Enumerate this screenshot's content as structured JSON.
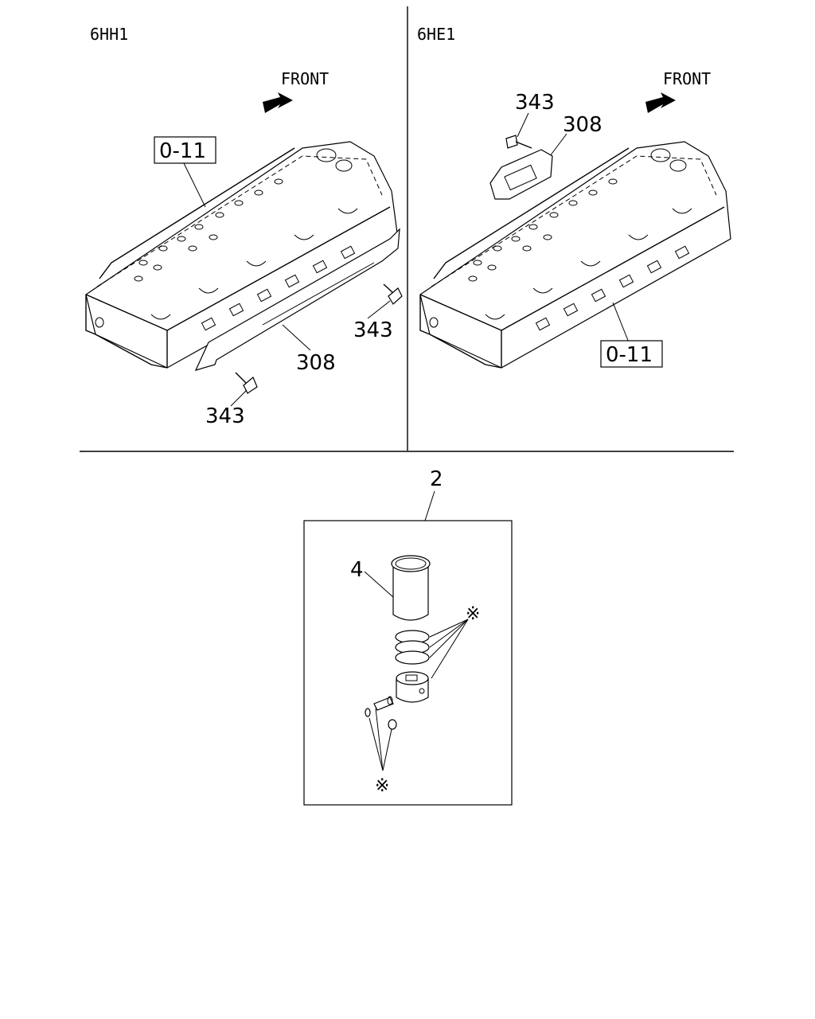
{
  "panels": {
    "left": {
      "engine": "6HH1",
      "front": "FRONT",
      "ref": "0-11",
      "parts": [
        "343",
        "308",
        "343"
      ]
    },
    "right": {
      "engine": "6HE1",
      "front": "FRONT",
      "ref": "0-11",
      "parts": [
        "343",
        "308"
      ]
    }
  },
  "kit": {
    "number": "2",
    "liner": "4",
    "marker_top": "※",
    "marker_bottom": "※"
  }
}
